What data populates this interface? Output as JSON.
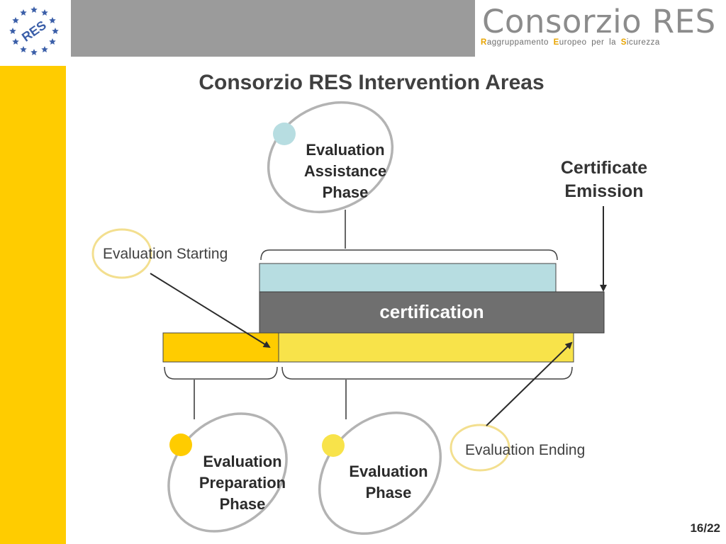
{
  "header": {
    "brand_name": "Consorzio RES",
    "tagline": [
      {
        "initial": "R",
        "rest": "aggruppamento"
      },
      {
        "initial": "E",
        "rest": "uropeo"
      },
      {
        "initial": "",
        "rest": "per"
      },
      {
        "initial": "",
        "rest": "la"
      },
      {
        "initial": "S",
        "rest": "icurezza"
      }
    ],
    "logo_text": "RES",
    "logo_star_color": "#3a5ea8"
  },
  "title": "Consorzio RES Intervention Areas",
  "bubbles": {
    "assistance": [
      "Evaluation",
      "Assistance",
      "Phase"
    ],
    "preparation": [
      "Evaluation",
      "Preparation",
      "Phase"
    ],
    "evaluation": [
      "Evaluation",
      "Phase"
    ]
  },
  "labels": {
    "certificate": [
      "Certificate",
      "Emission"
    ],
    "starting": "Evaluation Starting",
    "ending": "Evaluation Ending",
    "certification": "certification"
  },
  "page_number": "16/22",
  "colors": {
    "accent_yellow": "#ffcc00",
    "light_yellow": "#f8e34a",
    "light_blue": "#b7dde1",
    "cert_gray": "#6f6f6f",
    "marker_circle": "#f3df8f",
    "bubble_outline": "#b3b3b3"
  }
}
